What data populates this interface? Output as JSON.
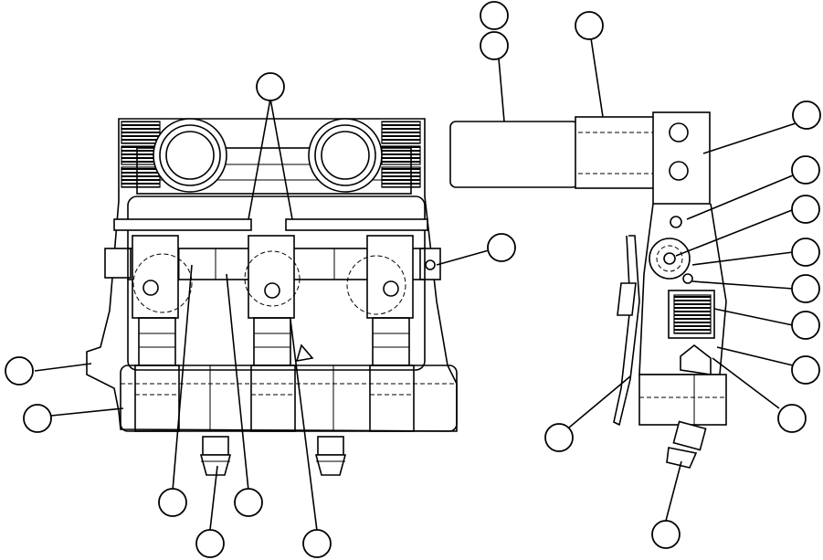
{
  "figure": {
    "description_colors": {
      "line": "#000000",
      "background": "#ffffff"
    },
    "callouts": [
      {
        "id": "c01",
        "label": ""
      },
      {
        "id": "c02",
        "label": ""
      },
      {
        "id": "c03",
        "label": ""
      },
      {
        "id": "c04",
        "label": ""
      },
      {
        "id": "c05",
        "label": ""
      },
      {
        "id": "c06",
        "label": ""
      },
      {
        "id": "c07",
        "label": ""
      },
      {
        "id": "c08",
        "label": ""
      },
      {
        "id": "c09",
        "label": ""
      },
      {
        "id": "c10",
        "label": ""
      },
      {
        "id": "c11",
        "label": ""
      },
      {
        "id": "c12",
        "label": ""
      },
      {
        "id": "c13",
        "label": ""
      },
      {
        "id": "c14",
        "label": ""
      },
      {
        "id": "c15",
        "label": ""
      },
      {
        "id": "c16",
        "label": ""
      },
      {
        "id": "c17",
        "label": ""
      },
      {
        "id": "c18",
        "label": ""
      },
      {
        "id": "c19",
        "label": ""
      },
      {
        "id": "c20",
        "label": ""
      },
      {
        "id": "c21",
        "label": ""
      },
      {
        "id": "c22",
        "label": ""
      }
    ]
  }
}
